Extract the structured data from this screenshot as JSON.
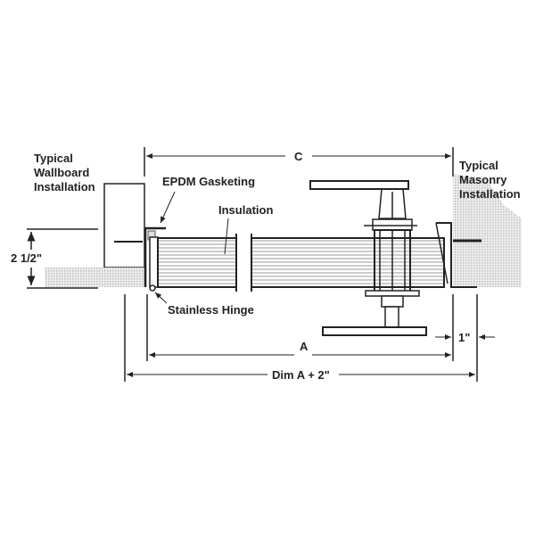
{
  "labels": {
    "wallboard": [
      "Typical",
      "Wallboard",
      "Installation"
    ],
    "masonry": [
      "Typical",
      "Masonry",
      "Installation"
    ],
    "gasketing": "EPDM Gasketing",
    "insulation": "Insulation",
    "hinge": "Stainless Hinge",
    "dim_c": "C",
    "dim_a": "A",
    "dim_a_plus": "Dim A + 2\"",
    "dim_depth": "2 1/2\"",
    "dim_one_inch": "1\""
  },
  "colors": {
    "line": "#222222",
    "fill_gray": "#d8d8d8",
    "insulation_line": "#9a9a9a"
  }
}
